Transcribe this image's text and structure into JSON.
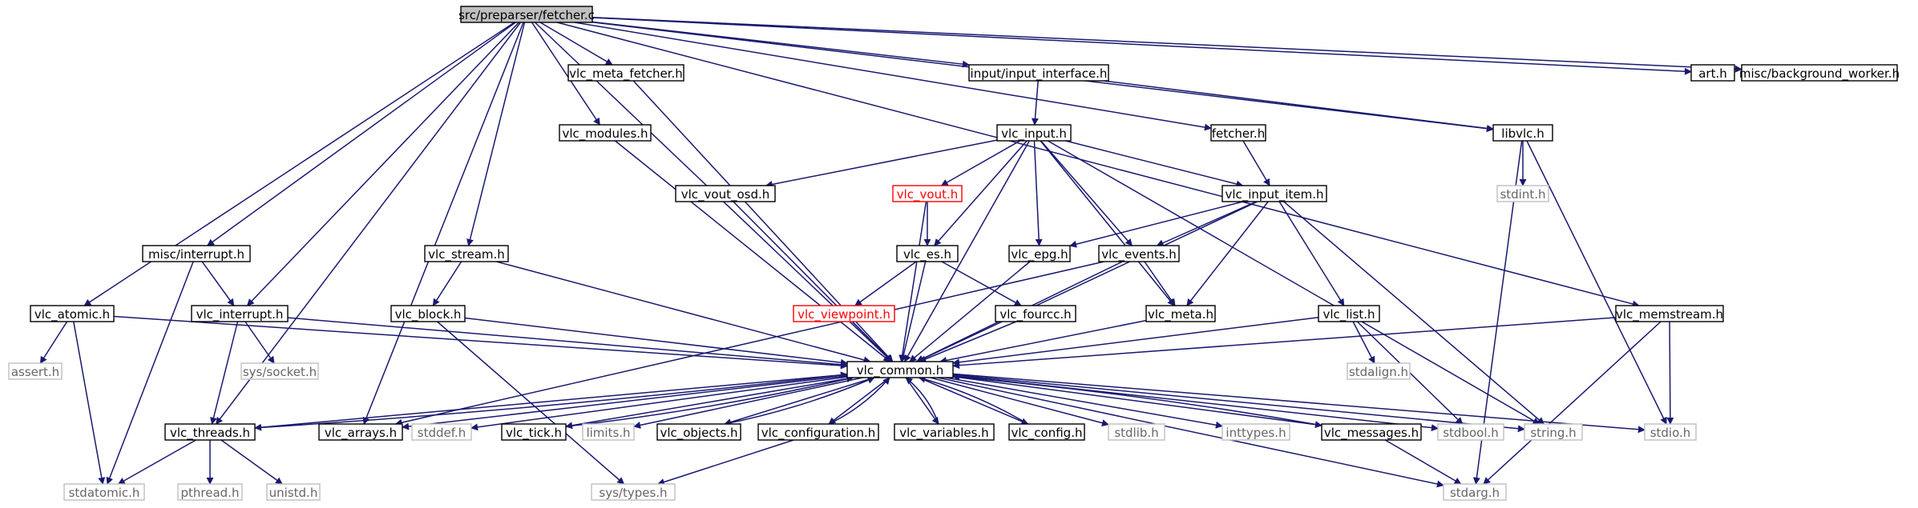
{
  "colors": {
    "edge": "#191970",
    "node_border": "#000000",
    "root_fill": "#bfbfbf",
    "missing_border": "#bfbfbf",
    "missing_text": "#666666",
    "truncated_border": "#ff0000",
    "truncated_text": "#ff0000"
  },
  "nodes": [
    {
      "id": "root",
      "label": "src/preparser/fetcher.c",
      "style": "root"
    },
    {
      "id": "vlc_meta_fetcher",
      "label": "vlc_meta_fetcher.h",
      "style": "normal"
    },
    {
      "id": "input_interface",
      "label": "input/input_interface.h",
      "style": "normal"
    },
    {
      "id": "art",
      "label": "art.h",
      "style": "normal"
    },
    {
      "id": "bg_worker",
      "label": "misc/background_worker.h",
      "style": "normal"
    },
    {
      "id": "vlc_modules",
      "label": "vlc_modules.h",
      "style": "normal"
    },
    {
      "id": "vlc_input",
      "label": "vlc_input.h",
      "style": "normal"
    },
    {
      "id": "fetcher_h",
      "label": "fetcher.h",
      "style": "normal"
    },
    {
      "id": "libvlc",
      "label": "libvlc.h",
      "style": "normal"
    },
    {
      "id": "vlc_vout_osd",
      "label": "vlc_vout_osd.h",
      "style": "normal"
    },
    {
      "id": "vlc_vout",
      "label": "vlc_vout.h",
      "style": "truncated"
    },
    {
      "id": "vlc_input_item",
      "label": "vlc_input_item.h",
      "style": "normal"
    },
    {
      "id": "stdint",
      "label": "stdint.h",
      "style": "missing"
    },
    {
      "id": "misc_interrupt",
      "label": "misc/interrupt.h",
      "style": "normal"
    },
    {
      "id": "vlc_stream",
      "label": "vlc_stream.h",
      "style": "normal"
    },
    {
      "id": "vlc_es",
      "label": "vlc_es.h",
      "style": "normal"
    },
    {
      "id": "vlc_epg",
      "label": "vlc_epg.h",
      "style": "normal"
    },
    {
      "id": "vlc_events",
      "label": "vlc_events.h",
      "style": "normal"
    },
    {
      "id": "vlc_atomic",
      "label": "vlc_atomic.h",
      "style": "normal"
    },
    {
      "id": "vlc_interrupt",
      "label": "vlc_interrupt.h",
      "style": "normal"
    },
    {
      "id": "vlc_block",
      "label": "vlc_block.h",
      "style": "normal"
    },
    {
      "id": "vlc_viewpoint",
      "label": "vlc_viewpoint.h",
      "style": "truncated"
    },
    {
      "id": "vlc_fourcc",
      "label": "vlc_fourcc.h",
      "style": "normal"
    },
    {
      "id": "vlc_meta",
      "label": "vlc_meta.h",
      "style": "normal"
    },
    {
      "id": "vlc_list",
      "label": "vlc_list.h",
      "style": "normal"
    },
    {
      "id": "vlc_memstream",
      "label": "vlc_memstream.h",
      "style": "normal"
    },
    {
      "id": "assert",
      "label": "assert.h",
      "style": "missing"
    },
    {
      "id": "sys_socket",
      "label": "sys/socket.h",
      "style": "missing"
    },
    {
      "id": "vlc_common",
      "label": "vlc_common.h",
      "style": "normal"
    },
    {
      "id": "stdalign",
      "label": "stdalign.h",
      "style": "missing"
    },
    {
      "id": "vlc_threads",
      "label": "vlc_threads.h",
      "style": "normal"
    },
    {
      "id": "vlc_arrays",
      "label": "vlc_arrays.h",
      "style": "normal"
    },
    {
      "id": "stddef",
      "label": "stddef.h",
      "style": "missing"
    },
    {
      "id": "vlc_tick",
      "label": "vlc_tick.h",
      "style": "normal"
    },
    {
      "id": "limits",
      "label": "limits.h",
      "style": "missing"
    },
    {
      "id": "vlc_objects",
      "label": "vlc_objects.h",
      "style": "normal"
    },
    {
      "id": "vlc_configuration",
      "label": "vlc_configuration.h",
      "style": "normal"
    },
    {
      "id": "vlc_variables",
      "label": "vlc_variables.h",
      "style": "normal"
    },
    {
      "id": "vlc_config",
      "label": "vlc_config.h",
      "style": "normal"
    },
    {
      "id": "stdlib",
      "label": "stdlib.h",
      "style": "missing"
    },
    {
      "id": "inttypes",
      "label": "inttypes.h",
      "style": "missing"
    },
    {
      "id": "vlc_messages",
      "label": "vlc_messages.h",
      "style": "normal"
    },
    {
      "id": "stdbool",
      "label": "stdbool.h",
      "style": "missing"
    },
    {
      "id": "string",
      "label": "string.h",
      "style": "missing"
    },
    {
      "id": "stdio",
      "label": "stdio.h",
      "style": "missing"
    },
    {
      "id": "stdatomic",
      "label": "stdatomic.h",
      "style": "missing"
    },
    {
      "id": "pthread",
      "label": "pthread.h",
      "style": "missing"
    },
    {
      "id": "unistd",
      "label": "unistd.h",
      "style": "missing"
    },
    {
      "id": "sys_types",
      "label": "sys/types.h",
      "style": "missing"
    },
    {
      "id": "stdarg",
      "label": "stdarg.h",
      "style": "missing"
    }
  ],
  "edges": [
    [
      "root",
      "vlc_meta_fetcher"
    ],
    [
      "root",
      "input_interface"
    ],
    [
      "root",
      "art"
    ],
    [
      "root",
      "bg_worker"
    ],
    [
      "root",
      "vlc_modules"
    ],
    [
      "root",
      "fetcher_h"
    ],
    [
      "root",
      "libvlc"
    ],
    [
      "root",
      "misc_interrupt"
    ],
    [
      "root",
      "vlc_stream"
    ],
    [
      "root",
      "vlc_atomic"
    ],
    [
      "root",
      "vlc_interrupt"
    ],
    [
      "root",
      "vlc_memstream"
    ],
    [
      "root",
      "vlc_common"
    ],
    [
      "root",
      "vlc_threads"
    ],
    [
      "root",
      "vlc_arrays"
    ],
    [
      "input_interface",
      "vlc_input"
    ],
    [
      "input_interface",
      "libvlc"
    ],
    [
      "fetcher_h",
      "vlc_input_item"
    ],
    [
      "libvlc",
      "stdint"
    ],
    [
      "libvlc",
      "stdio"
    ],
    [
      "libvlc",
      "stdarg"
    ],
    [
      "vlc_meta_fetcher",
      "vlc_common"
    ],
    [
      "vlc_modules",
      "vlc_common"
    ],
    [
      "vlc_input",
      "vlc_vout_osd"
    ],
    [
      "vlc_input",
      "vlc_vout"
    ],
    [
      "vlc_input",
      "vlc_input_item"
    ],
    [
      "vlc_input",
      "vlc_es"
    ],
    [
      "vlc_input",
      "vlc_epg"
    ],
    [
      "vlc_input",
      "vlc_events"
    ],
    [
      "vlc_input",
      "vlc_meta"
    ],
    [
      "vlc_input",
      "vlc_common"
    ],
    [
      "vlc_input",
      "string"
    ],
    [
      "vlc_vout",
      "vlc_es"
    ],
    [
      "vlc_vout",
      "vlc_common"
    ],
    [
      "vlc_vout_osd",
      "vlc_common"
    ],
    [
      "vlc_input_item",
      "vlc_epg"
    ],
    [
      "vlc_input_item",
      "vlc_events"
    ],
    [
      "vlc_input_item",
      "vlc_meta"
    ],
    [
      "vlc_input_item",
      "vlc_list"
    ],
    [
      "vlc_input_item",
      "vlc_common"
    ],
    [
      "vlc_input_item",
      "string"
    ],
    [
      "vlc_es",
      "vlc_viewpoint"
    ],
    [
      "vlc_es",
      "vlc_fourcc"
    ],
    [
      "vlc_es",
      "vlc_common"
    ],
    [
      "vlc_viewpoint",
      "vlc_common"
    ],
    [
      "vlc_fourcc",
      "vlc_common"
    ],
    [
      "vlc_epg",
      "vlc_common"
    ],
    [
      "vlc_events",
      "vlc_meta"
    ],
    [
      "vlc_events",
      "vlc_common"
    ],
    [
      "vlc_events",
      "vlc_arrays"
    ],
    [
      "vlc_meta",
      "vlc_common"
    ],
    [
      "vlc_list",
      "vlc_common"
    ],
    [
      "vlc_list",
      "stdalign"
    ],
    [
      "vlc_list",
      "stdbool"
    ],
    [
      "misc_interrupt",
      "vlc_interrupt"
    ],
    [
      "misc_interrupt",
      "stdatomic"
    ],
    [
      "vlc_interrupt",
      "vlc_threads"
    ],
    [
      "vlc_interrupt",
      "sys_socket"
    ],
    [
      "vlc_interrupt",
      "vlc_common"
    ],
    [
      "vlc_stream",
      "vlc_block"
    ],
    [
      "vlc_stream",
      "vlc_common"
    ],
    [
      "vlc_block",
      "vlc_common"
    ],
    [
      "vlc_block",
      "sys_types"
    ],
    [
      "vlc_atomic",
      "assert"
    ],
    [
      "vlc_atomic",
      "stdatomic"
    ],
    [
      "vlc_atomic",
      "vlc_common"
    ],
    [
      "vlc_memstream",
      "vlc_common"
    ],
    [
      "vlc_memstream",
      "stdio"
    ],
    [
      "vlc_memstream",
      "stdarg"
    ],
    [
      "vlc_common",
      "vlc_threads"
    ],
    [
      "vlc_common",
      "vlc_arrays"
    ],
    [
      "vlc_common",
      "stddef"
    ],
    [
      "vlc_common",
      "vlc_tick"
    ],
    [
      "vlc_common",
      "limits"
    ],
    [
      "vlc_common",
      "vlc_objects"
    ],
    [
      "vlc_common",
      "vlc_configuration"
    ],
    [
      "vlc_common",
      "vlc_variables"
    ],
    [
      "vlc_common",
      "vlc_config"
    ],
    [
      "vlc_common",
      "stdlib"
    ],
    [
      "vlc_common",
      "inttypes"
    ],
    [
      "vlc_common",
      "vlc_messages"
    ],
    [
      "vlc_common",
      "stdbool"
    ],
    [
      "vlc_common",
      "string"
    ],
    [
      "vlc_common",
      "stdio"
    ],
    [
      "vlc_common",
      "stdarg"
    ],
    [
      "vlc_threads",
      "vlc_common"
    ],
    [
      "vlc_tick",
      "vlc_common"
    ],
    [
      "vlc_objects",
      "vlc_common"
    ],
    [
      "vlc_configuration",
      "vlc_common"
    ],
    [
      "vlc_variables",
      "vlc_common"
    ],
    [
      "vlc_config",
      "vlc_common"
    ],
    [
      "vlc_messages",
      "vlc_common"
    ],
    [
      "vlc_threads",
      "stdatomic"
    ],
    [
      "vlc_threads",
      "pthread"
    ],
    [
      "vlc_threads",
      "unistd"
    ],
    [
      "vlc_configuration",
      "sys_types"
    ],
    [
      "vlc_messages",
      "stdarg"
    ]
  ]
}
